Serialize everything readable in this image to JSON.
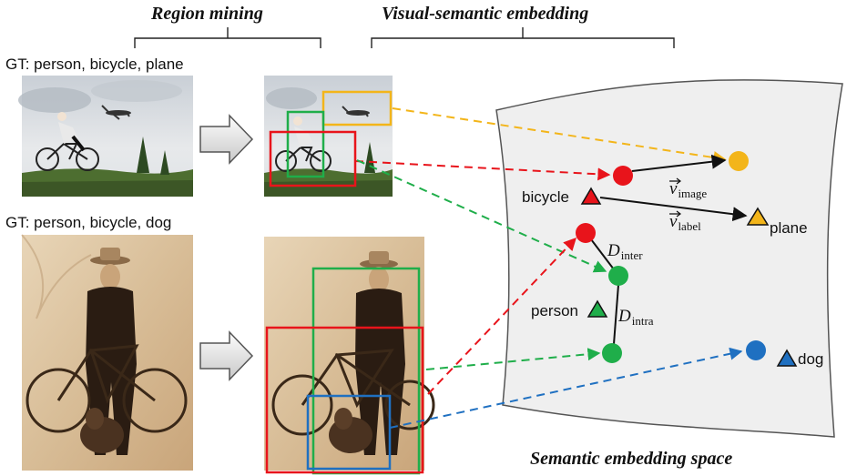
{
  "headings": {
    "region_mining": "Region mining",
    "visual_semantic": "Visual-semantic embedding",
    "space": "Semantic embedding space"
  },
  "images": {
    "top_gt": "GT: person, bicycle, plane",
    "bottom_gt": "GT: person, bicycle, dog"
  },
  "labels": {
    "bicycle": "bicycle",
    "plane": "plane",
    "person": "person",
    "dog": "dog"
  },
  "math": {
    "v_image_sym": "v",
    "v_image_sub": "image",
    "v_label_sym": "v",
    "v_label_sub": "label",
    "d_inter_sym": "D",
    "d_inter_sub": "inter",
    "d_intra_sym": "D",
    "d_intra_sub": "intra"
  },
  "colors": {
    "red": "#e8141b",
    "green": "#1fae4a",
    "yellow": "#f3b51a",
    "blue": "#1f70c1",
    "space_fill": "#efefef"
  }
}
